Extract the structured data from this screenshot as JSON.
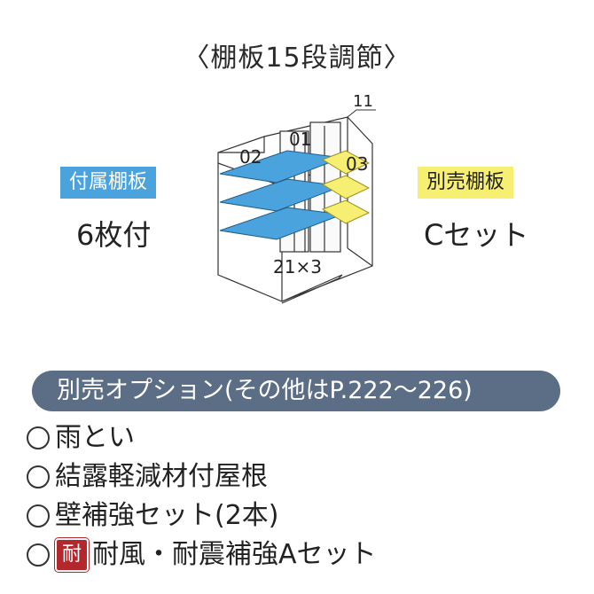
{
  "title": "〈棚板15段調節〉",
  "left_badge": "付属棚板",
  "left_text": "6枚付",
  "right_badge": "別売棚板",
  "right_text": "Cセット",
  "diagram_labels": {
    "label_11": "11",
    "label_01": "01",
    "label_02": "02",
    "label_03": "03",
    "label_21x3": "21×3"
  },
  "colors": {
    "included_shelf": "#4aa3dc",
    "optional_shelf": "#f7ef72",
    "options_bar": "#5c6d86",
    "resistance_icon": "#b3282c"
  },
  "options_heading": "別売オプション(その他はP.222〜226)",
  "options": [
    {
      "label": "雨とい"
    },
    {
      "label": "結露軽減材付屋根"
    },
    {
      "label": "壁補強セット(2本)"
    },
    {
      "label": "耐風・耐震補強Aセット",
      "icon_text": "耐"
    }
  ]
}
